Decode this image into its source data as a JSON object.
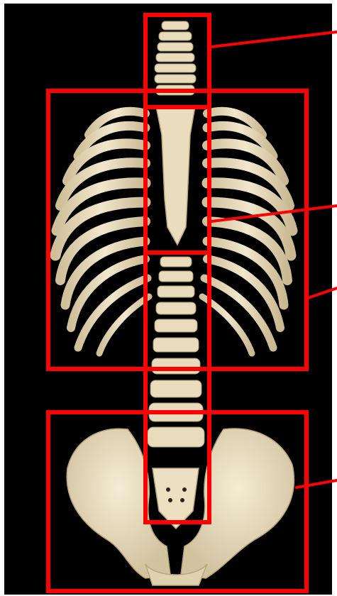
{
  "figure": {
    "subject": "skeleton-axial-torso",
    "annotation_color": "#ff0000",
    "bone_color": "#e8dcbc",
    "background_color": "#000000",
    "regions": [
      {
        "id": "cervical-spine",
        "label": ""
      },
      {
        "id": "rib-cage",
        "label": ""
      },
      {
        "id": "sternum-thoracic-spine",
        "label": ""
      },
      {
        "id": "lumbar-spine",
        "label": ""
      },
      {
        "id": "pelvis",
        "label": ""
      }
    ]
  }
}
